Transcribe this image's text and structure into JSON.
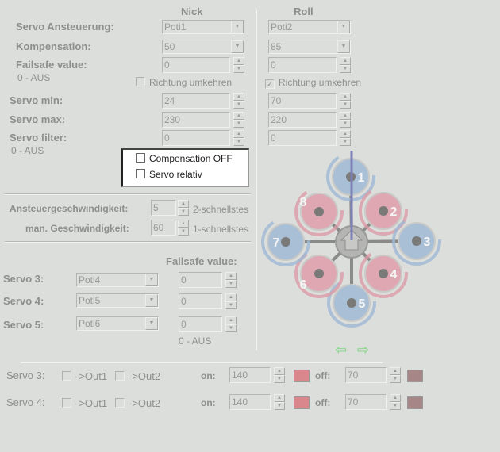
{
  "headers": {
    "nick": "Nick",
    "roll": "Roll"
  },
  "labels": {
    "ansteuerung": "Servo Ansteuerung:",
    "kompensation": "Kompensation:",
    "failsafe": "Failsafe value:",
    "aus": "0 - AUS",
    "servo_min": "Servo min:",
    "servo_max": "Servo max:",
    "servo_filter": "Servo filter:",
    "richtung": "Richtung umkehren"
  },
  "nick": {
    "ansteuerung": "Poti1",
    "kompensation": "50",
    "failsafe": "0",
    "richtung_checked": false,
    "min": "24",
    "max": "230",
    "filter": "0"
  },
  "roll": {
    "ansteuerung": "Poti2",
    "kompensation": "85",
    "failsafe": "0",
    "richtung_checked": true,
    "min": "70",
    "max": "220",
    "filter": "0"
  },
  "popup": {
    "compensation_off": "Compensation OFF",
    "servo_relativ": "Servo relativ"
  },
  "speed": {
    "ansteuer_label": "Ansteuergeschwindigkeit:",
    "ansteuer_value": "5",
    "ansteuer_hint": "2-schnellstes",
    "man_label": "man. Geschwindigkeit:",
    "man_value": "60",
    "man_hint": "1-schnellstes"
  },
  "servos_section": {
    "failsafe_label": "Failsafe value:",
    "aus": "0 - AUS",
    "rows": [
      {
        "label": "Servo 3:",
        "source": "Poti4",
        "failsafe": "0"
      },
      {
        "label": "Servo 4:",
        "source": "Poti5",
        "failsafe": "0"
      },
      {
        "label": "Servo 5:",
        "source": "Poti6",
        "failsafe": "0"
      }
    ]
  },
  "diagram": {
    "motors": [
      "1",
      "2",
      "3",
      "4",
      "5",
      "6",
      "7",
      "8"
    ]
  },
  "outputs": [
    {
      "label": "Servo 3:",
      "out1": "->Out1",
      "out2": "->Out2",
      "on_label": "on:",
      "on_value": "140",
      "on_color": "#d9878c",
      "off_label": "off:",
      "off_value": "70",
      "off_color": "#a78688"
    },
    {
      "label": "Servo 4:",
      "out1": "->Out1",
      "out2": "->Out2",
      "on_label": "on:",
      "on_value": "140",
      "on_color": "#d9878c",
      "off_label": "off:",
      "off_value": "70",
      "off_color": "#a78688"
    }
  ]
}
